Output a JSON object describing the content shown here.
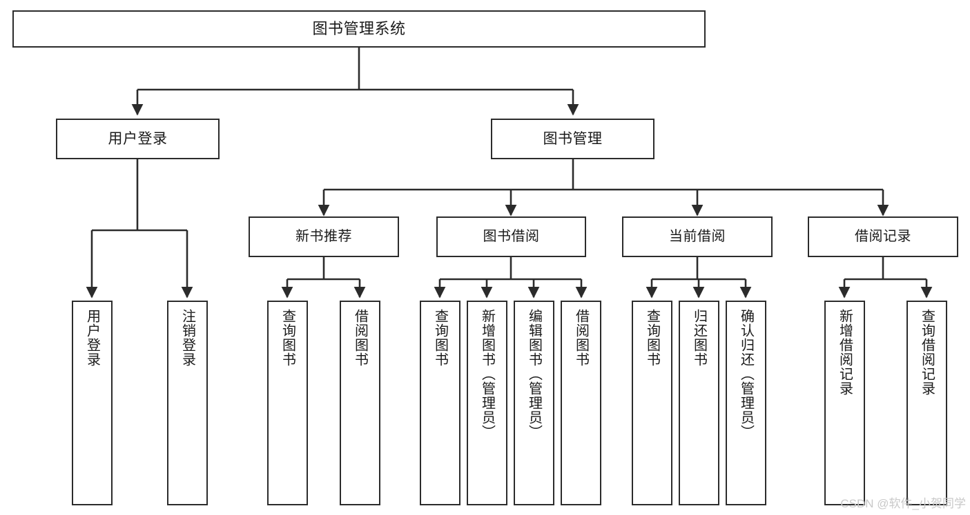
{
  "diagram": {
    "title": "图书管理系统",
    "watermark": "CSDN @软件_小贺同学",
    "stroke_color": "#2b2b2b",
    "background_color": "#ffffff",
    "text_color": "#1a1a1a",
    "watermark_color": "#c9c9c9",
    "root": {
      "label": "图书管理系统"
    },
    "level2": [
      {
        "label": "用户登录"
      },
      {
        "label": "图书管理"
      }
    ],
    "level3": [
      {
        "label": "新书推荐"
      },
      {
        "label": "图书借阅"
      },
      {
        "label": "当前借阅"
      },
      {
        "label": "借阅记录"
      }
    ],
    "leaves": {
      "user_login": [
        {
          "label": "用户登录"
        },
        {
          "label": "注销登录"
        }
      ],
      "new_book_recommend": [
        {
          "label": "查询图书"
        },
        {
          "label": "借阅图书"
        }
      ],
      "book_borrow": [
        {
          "label": "查询图书"
        },
        {
          "label": "新增图书（管理员）"
        },
        {
          "label": "编辑图书（管理员）"
        },
        {
          "label": "借阅图书"
        }
      ],
      "current_borrow": [
        {
          "label": "查询图书"
        },
        {
          "label": "归还图书"
        },
        {
          "label": "确认归还（管理员）"
        }
      ],
      "borrow_record": [
        {
          "label": "新增借阅记录"
        },
        {
          "label": "查询借阅记录"
        }
      ]
    }
  }
}
